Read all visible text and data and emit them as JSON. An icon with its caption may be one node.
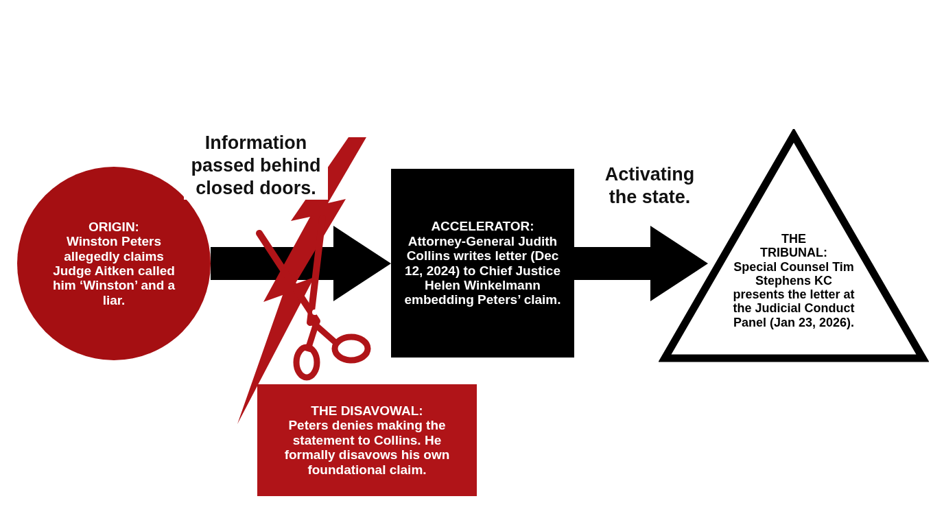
{
  "diagram": {
    "nodes": [
      {
        "text": [
          "ORIGIN:",
          "Winston Peters allegedly claims Judge Aitken called him ‘Winston’ and a liar."
        ]
      },
      {
        "text": [
          "ACCELERATOR:",
          "Attorney-General Judith Collins writes letter (Dec 12, 2024) to Chief Justice Helen Winkelmann embedding Peters’ claim."
        ]
      },
      {
        "text": [
          "THE TRIBUNAL:",
          "Special Counsel Tim Stephens KC presents the letter at the Judicial Conduct Panel (Jan 23, 2026)."
        ]
      },
      {
        "text": [
          "THE DISAVOWAL:",
          "Peters denies making the statement to Collins. He formally disavows his own foundational claim."
        ]
      }
    ],
    "edges": [
      {
        "from": 0,
        "to": 1,
        "arrow": "to",
        "label": "Information passed behind closed doors.",
        "style": "thick"
      },
      {
        "from": 1,
        "to": 2,
        "arrow": "to",
        "label": "Activating the state.",
        "style": "thick"
      }
    ]
  }
}
